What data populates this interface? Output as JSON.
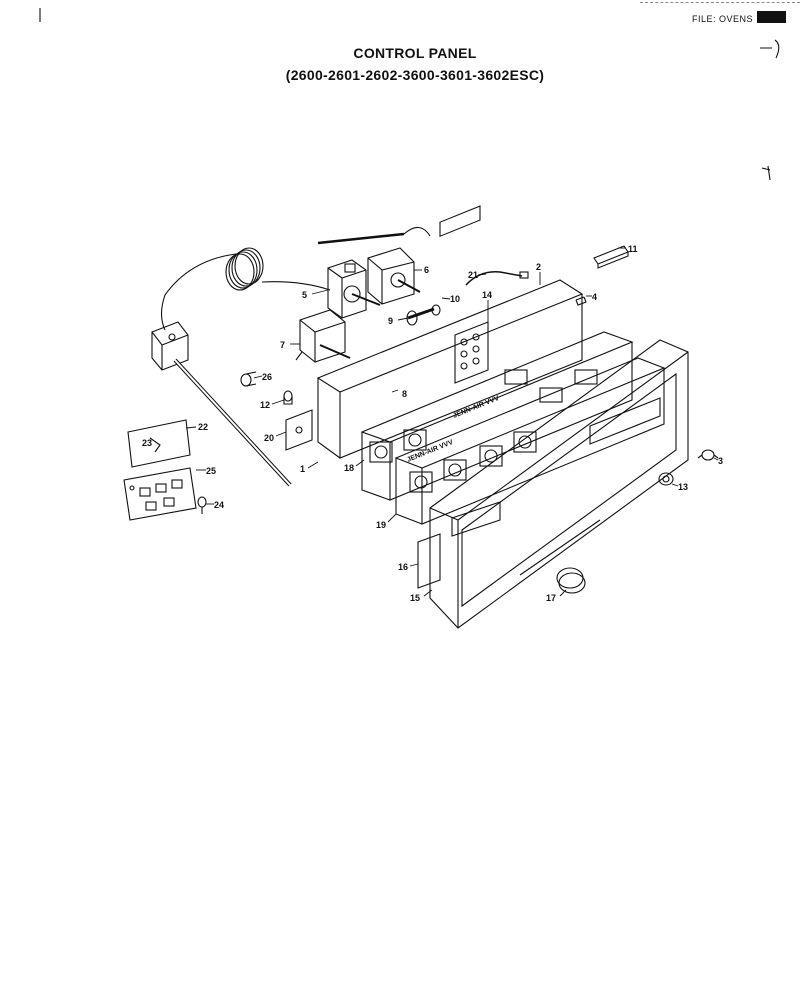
{
  "header": {
    "file_label": "FILE: OVENS",
    "title": "CONTROL PANEL",
    "subtitle": "(2600-2601-2602-3600-3601-3602ESC)"
  },
  "diagram": {
    "brand_text": "JENN-AIR VVV",
    "callouts": {
      "p1": "1",
      "p2": "2",
      "p3": "3",
      "p4": "4",
      "p5": "5",
      "p6": "6",
      "p7": "7",
      "p8": "8",
      "p9": "9",
      "p10": "10",
      "p11": "11",
      "p12": "12",
      "p13": "13",
      "p14": "14",
      "p15": "15",
      "p16": "16",
      "p17": "17",
      "p18": "18",
      "p19": "19",
      "p20": "20",
      "p21": "21",
      "p22": "22",
      "p23": "23",
      "p24": "24",
      "p25": "25",
      "p26": "26"
    }
  }
}
